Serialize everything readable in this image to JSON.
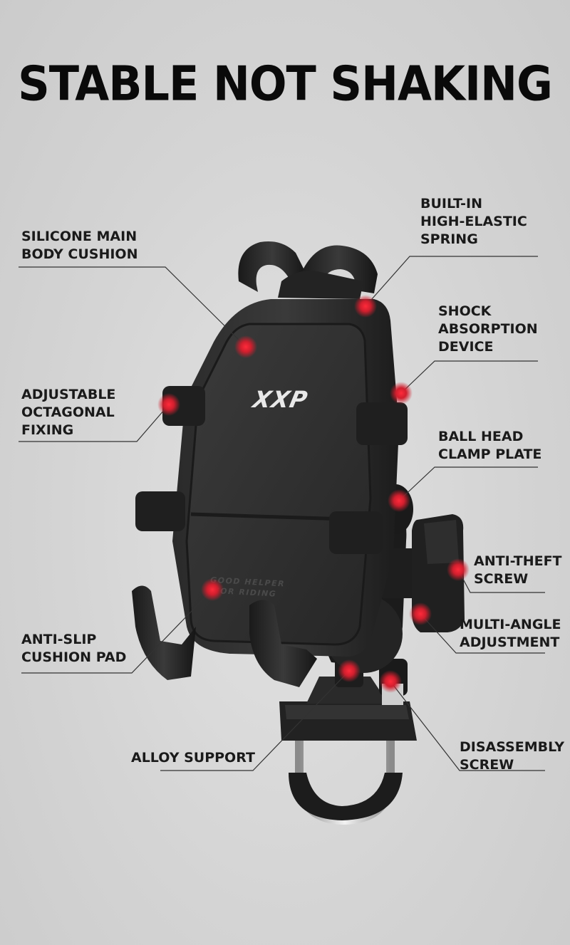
{
  "title": "STABLE NOT SHAKING",
  "logo_text": "XXP",
  "embossed_text": [
    "GOOD HELPER",
    "FOR RIDING"
  ],
  "accent_color": "#d11f2e",
  "callouts": [
    {
      "id": "silicone-main-body-cushion",
      "lines": [
        "SILICONE MAIN",
        "BODY CUSHION"
      ]
    },
    {
      "id": "built-in-high-elastic-spring",
      "lines": [
        "BUILT-IN",
        "HIGH-ELASTIC",
        "SPRING"
      ]
    },
    {
      "id": "shock-absorption-device",
      "lines": [
        "SHOCK",
        "ABSORPTION",
        "DEVICE"
      ]
    },
    {
      "id": "adjustable-octagonal-fixing",
      "lines": [
        "ADJUSTABLE",
        "OCTAGONAL",
        "FIXING"
      ]
    },
    {
      "id": "ball-head-clamp-plate",
      "lines": [
        "BALL HEAD",
        "CLAMP PLATE"
      ]
    },
    {
      "id": "anti-theft-screw",
      "lines": [
        "ANTI-THEFT",
        "SCREW"
      ]
    },
    {
      "id": "multi-angle-adjustment",
      "lines": [
        "MULTI-ANGLE",
        "ADJUSTMENT"
      ]
    },
    {
      "id": "anti-slip-cushion-pad",
      "lines": [
        "ANTI-SLIP",
        "CUSHION PAD"
      ]
    },
    {
      "id": "alloy-support",
      "lines": [
        "ALLOY SUPPORT"
      ]
    },
    {
      "id": "disassembly-screw",
      "lines": [
        "DISASSEMBLY",
        "SCREW"
      ]
    }
  ]
}
